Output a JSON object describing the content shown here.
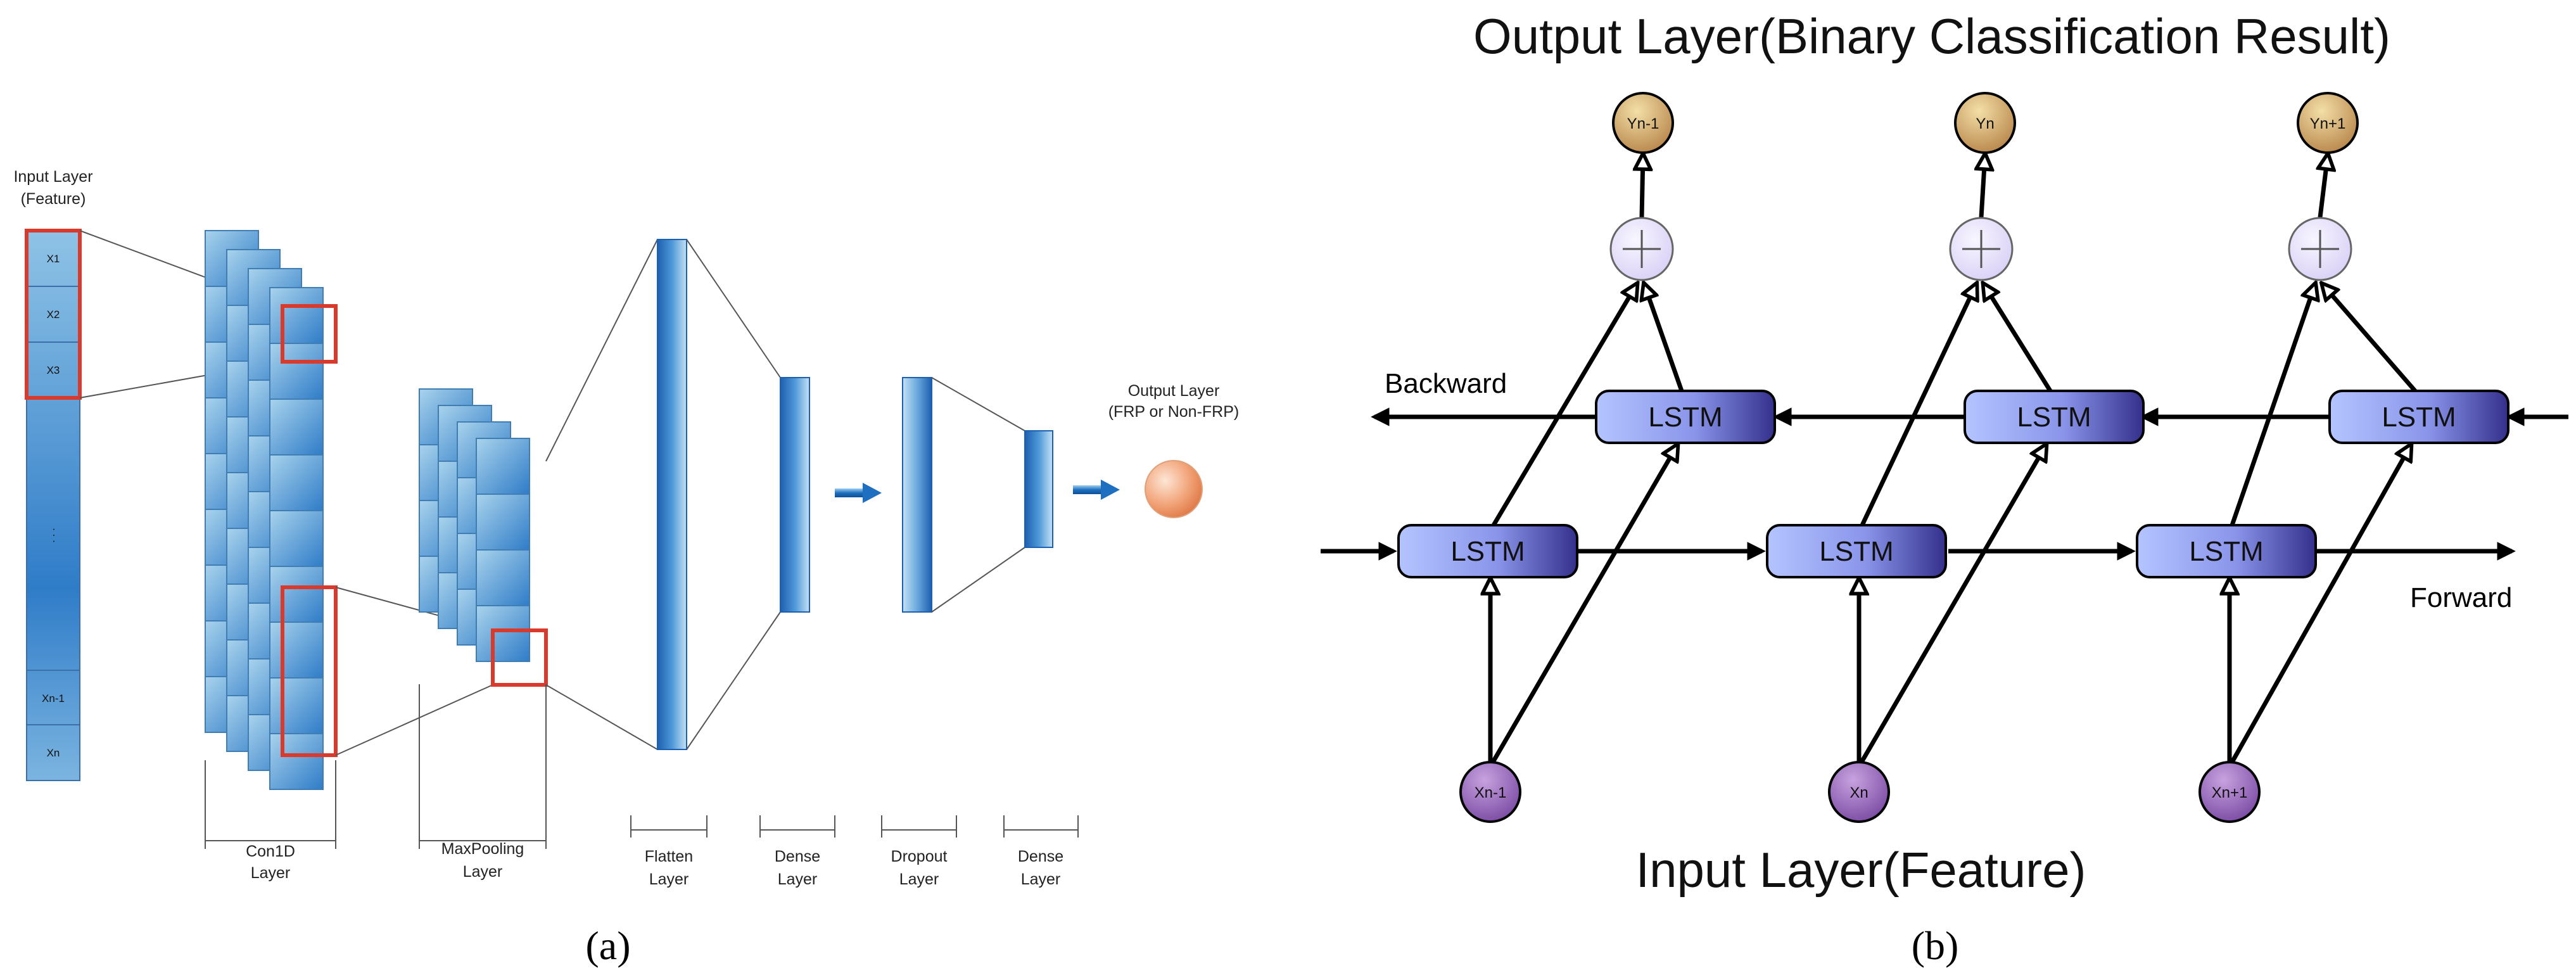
{
  "panel_a": {
    "caption": "(a)",
    "input_layer_label_1": "Input Layer",
    "input_layer_label_2": "(Feature)",
    "input_cells": [
      "X1",
      "X2",
      "X3",
      "Xn-1",
      "Xn"
    ],
    "ellipsis": ". . .",
    "conv_label": [
      "Con1D",
      "Layer"
    ],
    "pool_label": [
      "MaxPooling",
      "Layer"
    ],
    "flatten_label": [
      "Flatten",
      "Layer"
    ],
    "dense1_label": [
      "Dense",
      "Layer"
    ],
    "dropout_label": [
      "Dropout",
      "Layer"
    ],
    "dense2_label": [
      "Dense",
      "Layer"
    ],
    "output_label_1": "Output Layer",
    "output_label_2": "(FRP or Non-FRP)"
  },
  "panel_b": {
    "caption": "(b)",
    "title": "Output Layer(Binary Classification Result)",
    "input_title": "Input Layer(Feature)",
    "backward_label": "Backward",
    "forward_label": "Forward",
    "lstm_label": "LSTM",
    "outputs": [
      "Yn-1",
      "Yn",
      "Yn+1"
    ],
    "inputs": [
      "Xn-1",
      "Xn",
      "Xn+1"
    ]
  },
  "colors": {
    "cell_blue": "#2f7cc8",
    "highlight_red": "#d93a2b",
    "lstm_light": "#aebcff",
    "lstm_dark": "#3a3494",
    "output_node": "#c99a52",
    "input_node": "#8a5ab0",
    "sum_node": "#ebe6fb"
  }
}
